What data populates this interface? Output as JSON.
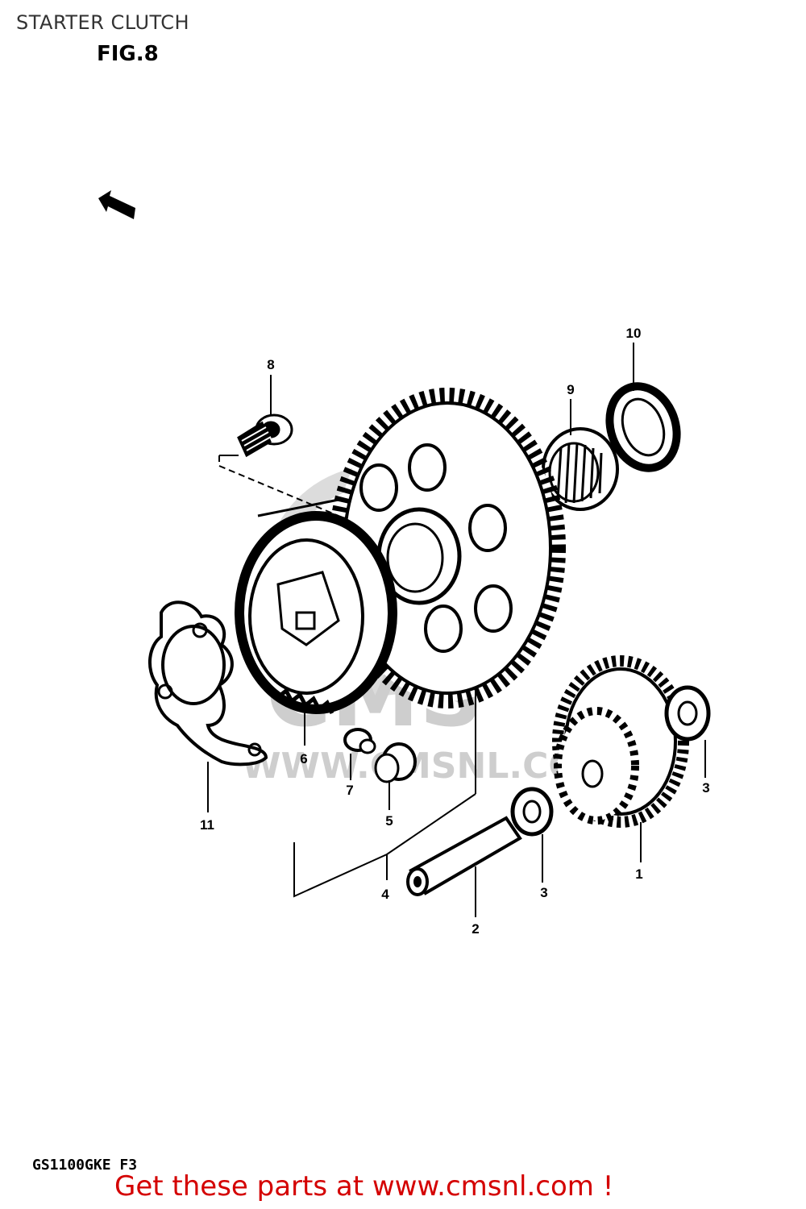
{
  "page": {
    "title": "STARTER CLUTCH",
    "figure": "FIG.8",
    "model_code": "GS1100GKE F3",
    "cta": "Get these parts at www.cmsnl.com !"
  },
  "watermark": {
    "brand": "CMS",
    "url": "WWW.CMSNL.COM"
  },
  "callouts": [
    "1",
    "2",
    "3",
    "3",
    "4",
    "5",
    "6",
    "7",
    "8",
    "9",
    "10",
    "11"
  ],
  "colors": {
    "cta": "#d40000",
    "ink": "#000000",
    "watermark": "#c9c9c9"
  }
}
